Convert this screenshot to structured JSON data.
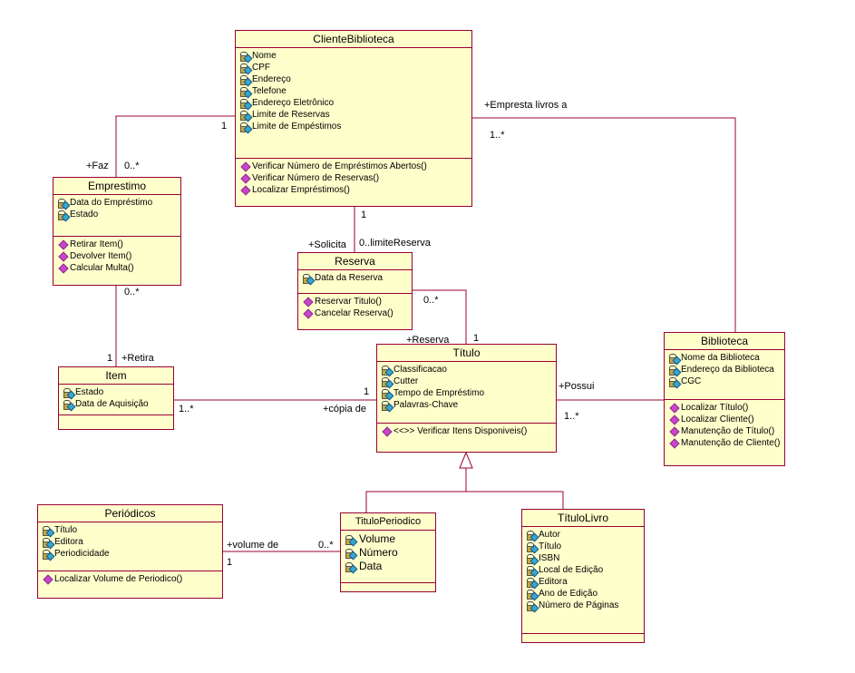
{
  "colors": {
    "class_fill": "#ffffcc",
    "class_border": "#990033",
    "link": "#990033",
    "attr_icon": "#33aacc",
    "op_icon": "#cc44cc"
  },
  "classes": {
    "cliente": {
      "name": "ClienteBiblioteca",
      "attributes": [
        "Nome",
        "CPF",
        "Endereço",
        "Telefone",
        "Endereço Eletrônico",
        "Limite de Reservas",
        "Limite de Empéstimos"
      ],
      "operations": [
        "Verificar Número de Empréstimos Abertos()",
        "Verificar Número de Reservas()",
        "Localizar Empréstimos()"
      ]
    },
    "emprestimo": {
      "name": "Emprestimo",
      "attributes": [
        "Data do Empréstimo",
        "Estado"
      ],
      "operations": [
        "Retirar Item()",
        "Devolver Item()",
        "Calcular Multa()"
      ]
    },
    "reserva": {
      "name": "Reserva",
      "attributes": [
        "Data da Reserva"
      ],
      "operations": [
        "Reservar Titulo()",
        "Cancelar Reserva()"
      ]
    },
    "item": {
      "name": "Item",
      "attributes": [
        "Estado",
        "Data de Aquisição"
      ],
      "operations": []
    },
    "titulo": {
      "name": "Título",
      "attributes": [
        "Classificacao",
        "Cutter",
        "Tempo de Empréstimo",
        "Palavras-Chave"
      ],
      "operations": [
        "<<>> Verificar Itens Disponiveis()"
      ]
    },
    "biblioteca": {
      "name": "Biblioteca",
      "attributes": [
        "Nome da Biblioteca",
        "Endereço da Biblioteca",
        "CGC"
      ],
      "operations": [
        "Localizar Título()",
        "Localizar Cliente()",
        "Manutenção de Título()",
        "Manutenção de Cliente()"
      ]
    },
    "periodicos": {
      "name": "Periódicos",
      "attributes": [
        "Título",
        "Editora",
        "Periodicidade"
      ],
      "operations": [
        "Localizar Volume de Periodico()"
      ]
    },
    "tituloperiodico": {
      "name": "TituloPeriodico",
      "attributes": [
        "Volume",
        "Número",
        "Data"
      ],
      "operations": []
    },
    "titulolivro": {
      "name": "TítuloLivro",
      "attributes": [
        "Autor",
        "Título",
        "ISBN",
        "Local de Edição",
        "Editora",
        "Ano de Edição",
        "Número de Páginas"
      ],
      "operations": []
    }
  },
  "labels": {
    "empresta_role": "+Empresta livros a",
    "empresta_mult": "1..*",
    "faz_cliente_mult": "1",
    "faz_role": "+Faz",
    "faz_mult": "0..*",
    "solicita_cliente_mult": "1",
    "solicita_role": "+Solicita",
    "solicita_mult": "0..limiteReserva",
    "reserva_titulo_mult": "0..*",
    "reserva_role": "+Reserva",
    "reserva_titulo_one": "1",
    "emprestimo_item_mult": "0..*",
    "retira_mult": "1",
    "retira_role": "+Retira",
    "copia_item_mult": "1..*",
    "copia_one": "1",
    "copia_role": "+cópia de",
    "possui_role": "+Possui",
    "possui_mult": "1..*",
    "volume_role": "+volume de",
    "volume_one": "1",
    "volume_mult": "0..*"
  }
}
